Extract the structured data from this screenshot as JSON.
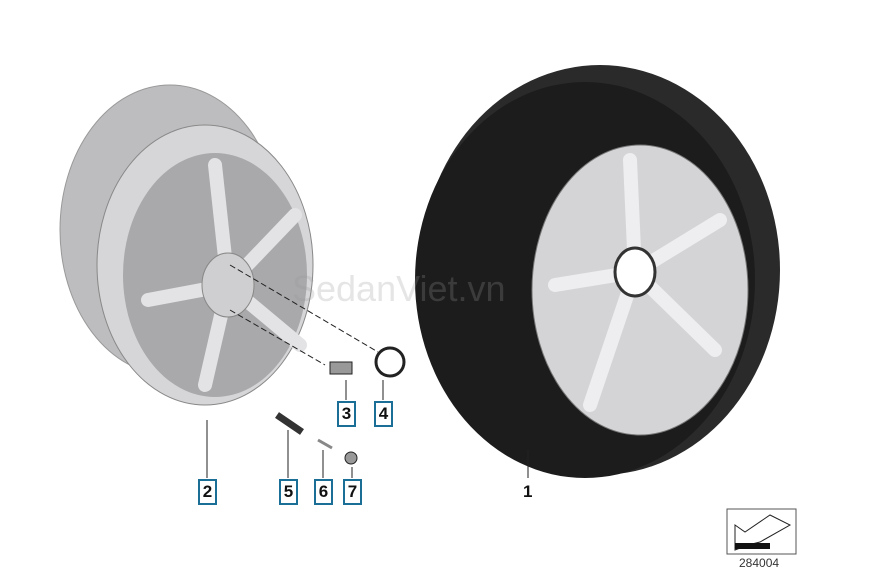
{
  "diagram": {
    "callouts": [
      {
        "number": "1",
        "part": "complete-wheel-with-tyre",
        "boxed": false
      },
      {
        "number": "2",
        "part": "light-alloy-rim",
        "boxed": true
      },
      {
        "number": "3",
        "part": "wheel-bolt",
        "boxed": true
      },
      {
        "number": "4",
        "part": "hub-cap-emblem",
        "boxed": true
      },
      {
        "number": "5",
        "part": "tyre-valve",
        "boxed": true
      },
      {
        "number": "6",
        "part": "valve-insert",
        "boxed": true
      },
      {
        "number": "7",
        "part": "valve-cap",
        "boxed": true
      }
    ],
    "reference_number": "284004",
    "watermark": "SedanViet.vn",
    "colors": {
      "callout_border": "#1b6f96",
      "rim": "#c9c9cb",
      "tyre": "#1c1c1c"
    }
  }
}
